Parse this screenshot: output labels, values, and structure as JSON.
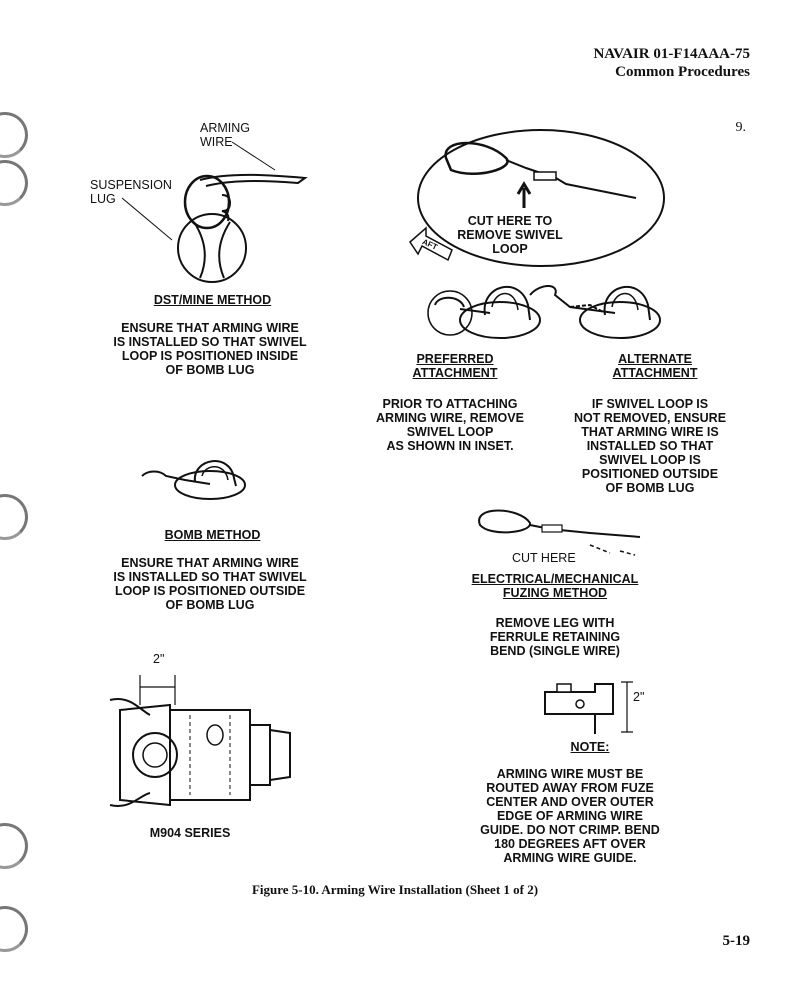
{
  "header": {
    "doc_number": "NAVAIR 01-F14AAA-75",
    "section": "Common Procedures"
  },
  "step_number": "9.",
  "dst": {
    "label_arming_wire": [
      "ARMING",
      "WIRE"
    ],
    "label_suspension_lug": [
      "SUSPENSION",
      "LUG"
    ],
    "title": "DST/MINE METHOD",
    "text": [
      "ENSURE THAT ARMING WIRE",
      "IS INSTALLED SO THAT SWIVEL",
      "LOOP IS POSITIONED INSIDE",
      "OF BOMB LUG"
    ]
  },
  "inset": {
    "cut_text": [
      "CUT HERE TO",
      "REMOVE SWIVEL",
      "LOOP"
    ],
    "aft_label": "AFT"
  },
  "preferred": {
    "title": [
      "PREFERRED",
      "ATTACHMENT"
    ],
    "text": [
      "PRIOR TO ATTACHING",
      "ARMING WIRE, REMOVE",
      "SWIVEL LOOP",
      "AS SHOWN IN INSET."
    ]
  },
  "alternate": {
    "title": [
      "ALTERNATE",
      "ATTACHMENT"
    ],
    "text": [
      "IF SWIVEL LOOP IS",
      "NOT REMOVED, ENSURE",
      "THAT ARMING WIRE IS",
      "INSTALLED SO THAT",
      "SWIVEL LOOP IS",
      "POSITIONED OUTSIDE",
      "OF BOMB LUG"
    ]
  },
  "bomb": {
    "title": "BOMB METHOD",
    "text": [
      "ENSURE THAT ARMING WIRE",
      "IS INSTALLED SO THAT SWIVEL",
      "LOOP IS POSITIONED OUTSIDE",
      "OF BOMB LUG"
    ]
  },
  "electrical": {
    "cut_label": "CUT HERE",
    "title": [
      "ELECTRICAL/MECHANICAL",
      "FUZING METHOD"
    ],
    "text": [
      "REMOVE LEG WITH",
      "FERRULE RETAINING",
      "BEND (SINGLE WIRE)"
    ]
  },
  "m904": {
    "dim": "2\"",
    "label": "M904 SERIES"
  },
  "note": {
    "dim": "2\"",
    "title": "NOTE:",
    "text": [
      "ARMING WIRE MUST BE",
      "ROUTED AWAY FROM FUZE",
      "CENTER AND OVER OUTER",
      "EDGE OF ARMING WIRE",
      "GUIDE. DO NOT CRIMP. BEND",
      "180 DEGREES AFT OVER",
      "ARMING WIRE GUIDE."
    ]
  },
  "figure_caption": "Figure 5-10.  Arming Wire Installation (Sheet 1 of 2)",
  "page_number": "5-19"
}
